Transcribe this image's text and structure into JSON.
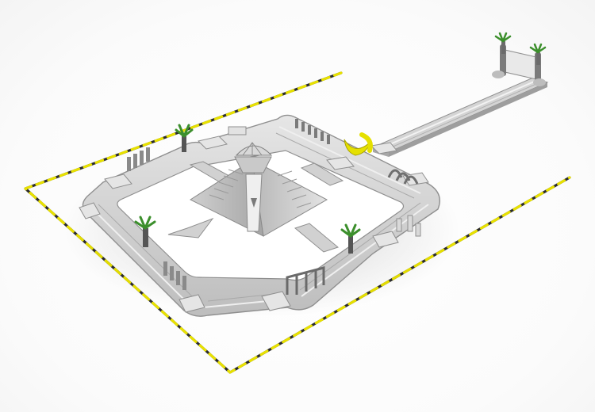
{
  "scene": {
    "subject": "inflatable-water-park-obstacle-course",
    "palette": {
      "background": "#ffffff",
      "track": "#cfcfcf",
      "track_edge": "#8f8f8f",
      "track_dark": "#a9a9a9",
      "boundary_yellow": "#e8e100",
      "boundary_dark": "#2b2b2b",
      "palm_leaf": "#3c8f2c",
      "palm_trunk": "#555555",
      "moon_yellow": "#e5e000",
      "shadow": "#000000"
    },
    "elements": {
      "boundary": "dashed-safety-boundary",
      "course": "obstacle-course-loop",
      "pyramid": "central-slide-pyramid",
      "bridge": "long-runway-bridge",
      "palms": [
        "palm-tree-1",
        "palm-tree-2",
        "palm-tree-3",
        "palm-tree-4",
        "palm-tree-5"
      ],
      "moon": "crescent-moon-obstacle"
    }
  }
}
